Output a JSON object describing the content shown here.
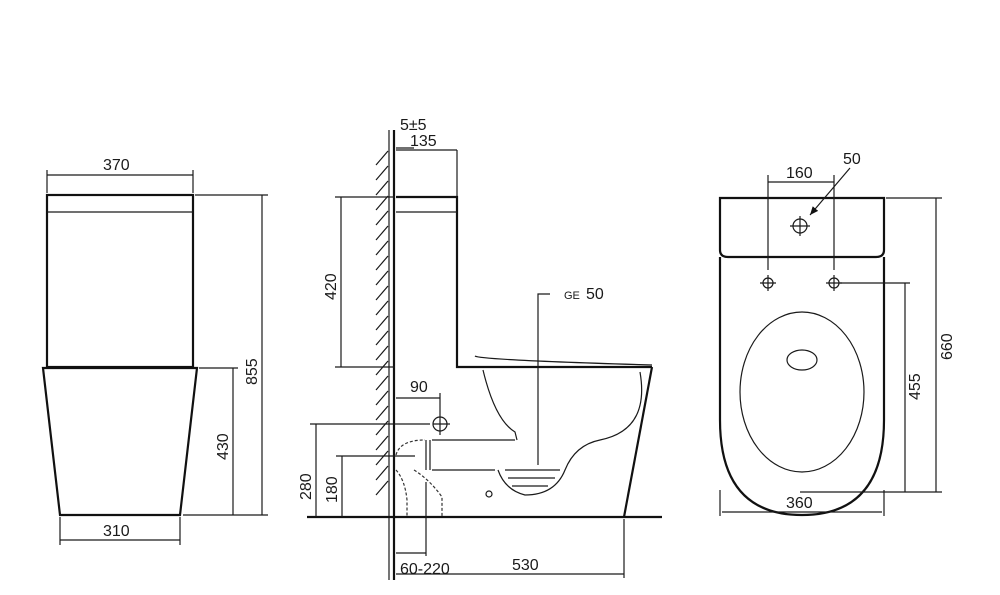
{
  "front_view": {
    "width_tank": "370",
    "height_total": "855",
    "height_bowl": "430",
    "width_base": "310"
  },
  "side_view": {
    "wall_gap": "5±5",
    "tank_depth": "135",
    "tank_height": "420",
    "inlet_offset": "90",
    "inlet_height": "280",
    "outlet_height": "180",
    "outlet_range": "60-220",
    "depth_total": "530",
    "outlet_label_prefix": "GE",
    "outlet_label_value": "50"
  },
  "top_view": {
    "hole_spacing": "160",
    "hole_diameter": "50",
    "length_total": "660",
    "fixing_to_front": "455",
    "width_total": "360"
  }
}
